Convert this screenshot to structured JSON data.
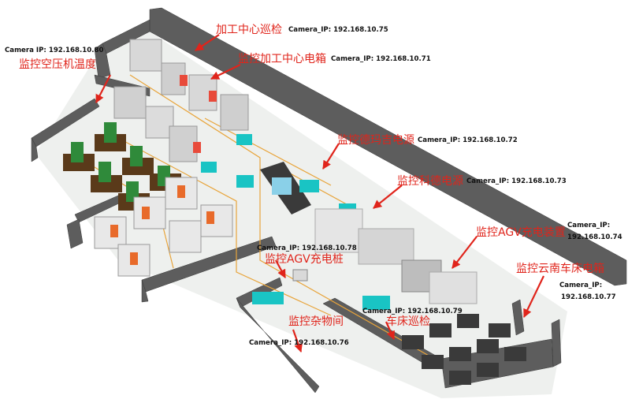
{
  "labels": {
    "machining_center_patrol": {
      "title": "加工中心巡检",
      "ip": "Camera_IP:  192.168.10.75"
    },
    "machining_center_cabinet": {
      "title": "监控加工中心电箱",
      "ip": "Camera_IP:  192.168.10.71"
    },
    "air_compressor": {
      "title": "监控空压机温度",
      "ip": "Camera IP:  192.168.10.80"
    },
    "dematic_power": {
      "title": "监控德玛吉电源",
      "ip": "Camera_IP:  192.168.10.72"
    },
    "kede_power": {
      "title": "监控科德电源",
      "ip": "Camera_IP:  192.168.10.73"
    },
    "agv_charger_device": {
      "title": "监控AGV充电装置",
      "ip_line1": "Camera_IP:",
      "ip_line2": "192.168.10.74"
    },
    "agv_charging_pile": {
      "title": "监控AGV充电桩",
      "ip": "Camera_IP:  192.168.10.78"
    },
    "yunnan_lathe_cabinet": {
      "title": "监控云南车床电箱",
      "ip_line1": "Camera_IP:",
      "ip_line2": "192.168.10.77"
    },
    "lathe_patrol": {
      "title": "车床巡检",
      "ip": "Camera_IP:  192.168.10.79"
    },
    "storage_room": {
      "title": "监控杂物间",
      "ip": "Camera_IP:  192.168.10.76"
    }
  },
  "colors": {
    "label_red": "#e0241b",
    "wall": "#5d5d5d",
    "cyan": "#19c4c4",
    "orange_path": "#e8a43a",
    "robot_green": "#2f8a3a",
    "machine_orange": "#e86a2a"
  }
}
